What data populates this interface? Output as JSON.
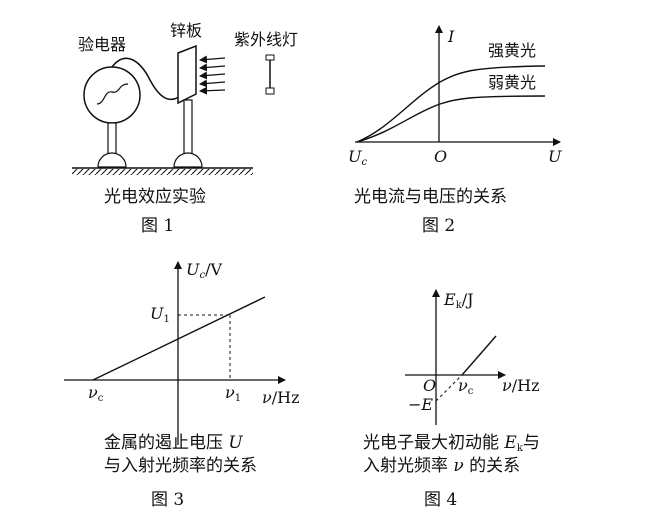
{
  "fig1": {
    "electroscope_label": "验电器",
    "zinc_label": "锌板",
    "uv_lamp_label": "紫外线灯",
    "caption": "光电效应实验",
    "fig_label": "图 1"
  },
  "fig2": {
    "y_axis": "I",
    "x_axis": "U",
    "origin": "O",
    "uc_main": "U",
    "uc_sub": "c",
    "strong_label": "强黄光",
    "weak_label": "弱黄光",
    "caption": "光电流与电压的关系",
    "fig_label": "图 2"
  },
  "fig3": {
    "y_axis_main": "U",
    "y_axis_sub": "c",
    "y_axis_unit": "/V",
    "x_axis_main": "ν",
    "x_axis_unit": "/Hz",
    "u1_main": "U",
    "u1_sub": "1",
    "nuc_main": "ν",
    "nuc_sub": "c",
    "nu1_main": "ν",
    "nu1_sub": "1",
    "caption_line1": "金属的遏止电压 ",
    "caption_line1_var": "U",
    "caption_line2": "与入射光频率的关系",
    "fig_label": "图 3"
  },
  "fig4": {
    "y_axis_main": "E",
    "y_axis_sub": "k",
    "y_axis_unit": "/J",
    "x_axis_main": "ν",
    "x_axis_unit": "/Hz",
    "origin": "O",
    "neg_e": "−E",
    "nuc_main": "ν",
    "nuc_sub": "c",
    "caption_line1a": "光电子最大初动能 ",
    "caption_line1_var": "E",
    "caption_line1_sub": "k",
    "caption_line1b": "与",
    "caption_line2a": "入射光频率 ",
    "caption_line2_var": "ν",
    "caption_line2b": " 的关系",
    "fig_label": "图 4"
  }
}
